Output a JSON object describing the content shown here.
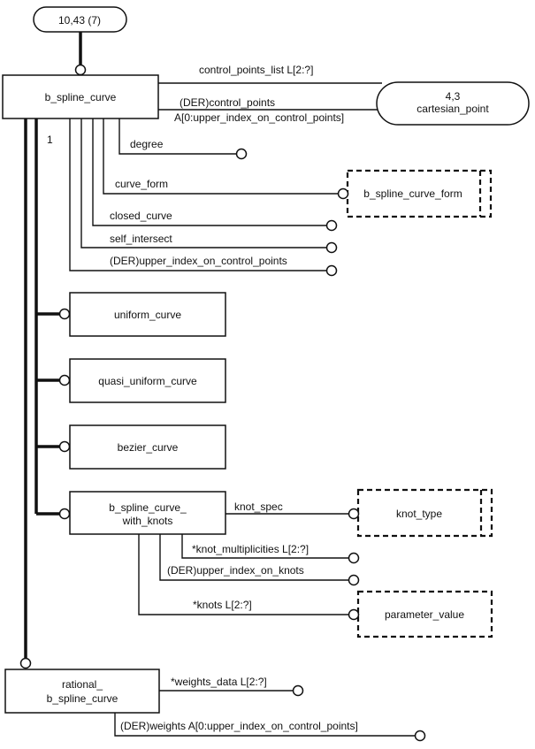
{
  "diagram": {
    "type": "EXPRESS-G",
    "page_reference": "10,43 (7)",
    "external_reference": {
      "ref": "4,3",
      "name": "cartesian_point"
    },
    "entities": {
      "b_spline_curve": "b_spline_curve",
      "uniform_curve": "uniform_curve",
      "quasi_uniform_curve": "quasi_uniform_curve",
      "bezier_curve": "bezier_curve",
      "b_spline_curve_with_knots_line1": "b_spline_curve_",
      "b_spline_curve_with_knots_line2": "with_knots",
      "rational_b_spline_curve_line1": "rational_",
      "rational_b_spline_curve_line2": "b_spline_curve"
    },
    "types": {
      "b_spline_curve_form": "b_spline_curve_form",
      "knot_type": "knot_type",
      "parameter_value": "parameter_value"
    },
    "supertype_cardinality": "1",
    "attributes": {
      "control_points_list": "control_points_list L[2:?]",
      "control_points_1": "(DER)control_points",
      "control_points_2": "A[0:upper_index_on_control_points]",
      "degree": "degree",
      "curve_form": "curve_form",
      "closed_curve": "closed_curve",
      "self_intersect": "self_intersect",
      "upper_index_on_control_points": "(DER)upper_index_on_control_points",
      "knot_spec": "knot_spec",
      "knot_multiplicities": "*knot_multiplicities L[2:?]",
      "upper_index_on_knots": "(DER)upper_index_on_knots",
      "knots": "*knots L[2:?]",
      "weights_data": "*weights_data L[2:?]",
      "weights": "(DER)weights A[0:upper_index_on_control_points]"
    }
  }
}
